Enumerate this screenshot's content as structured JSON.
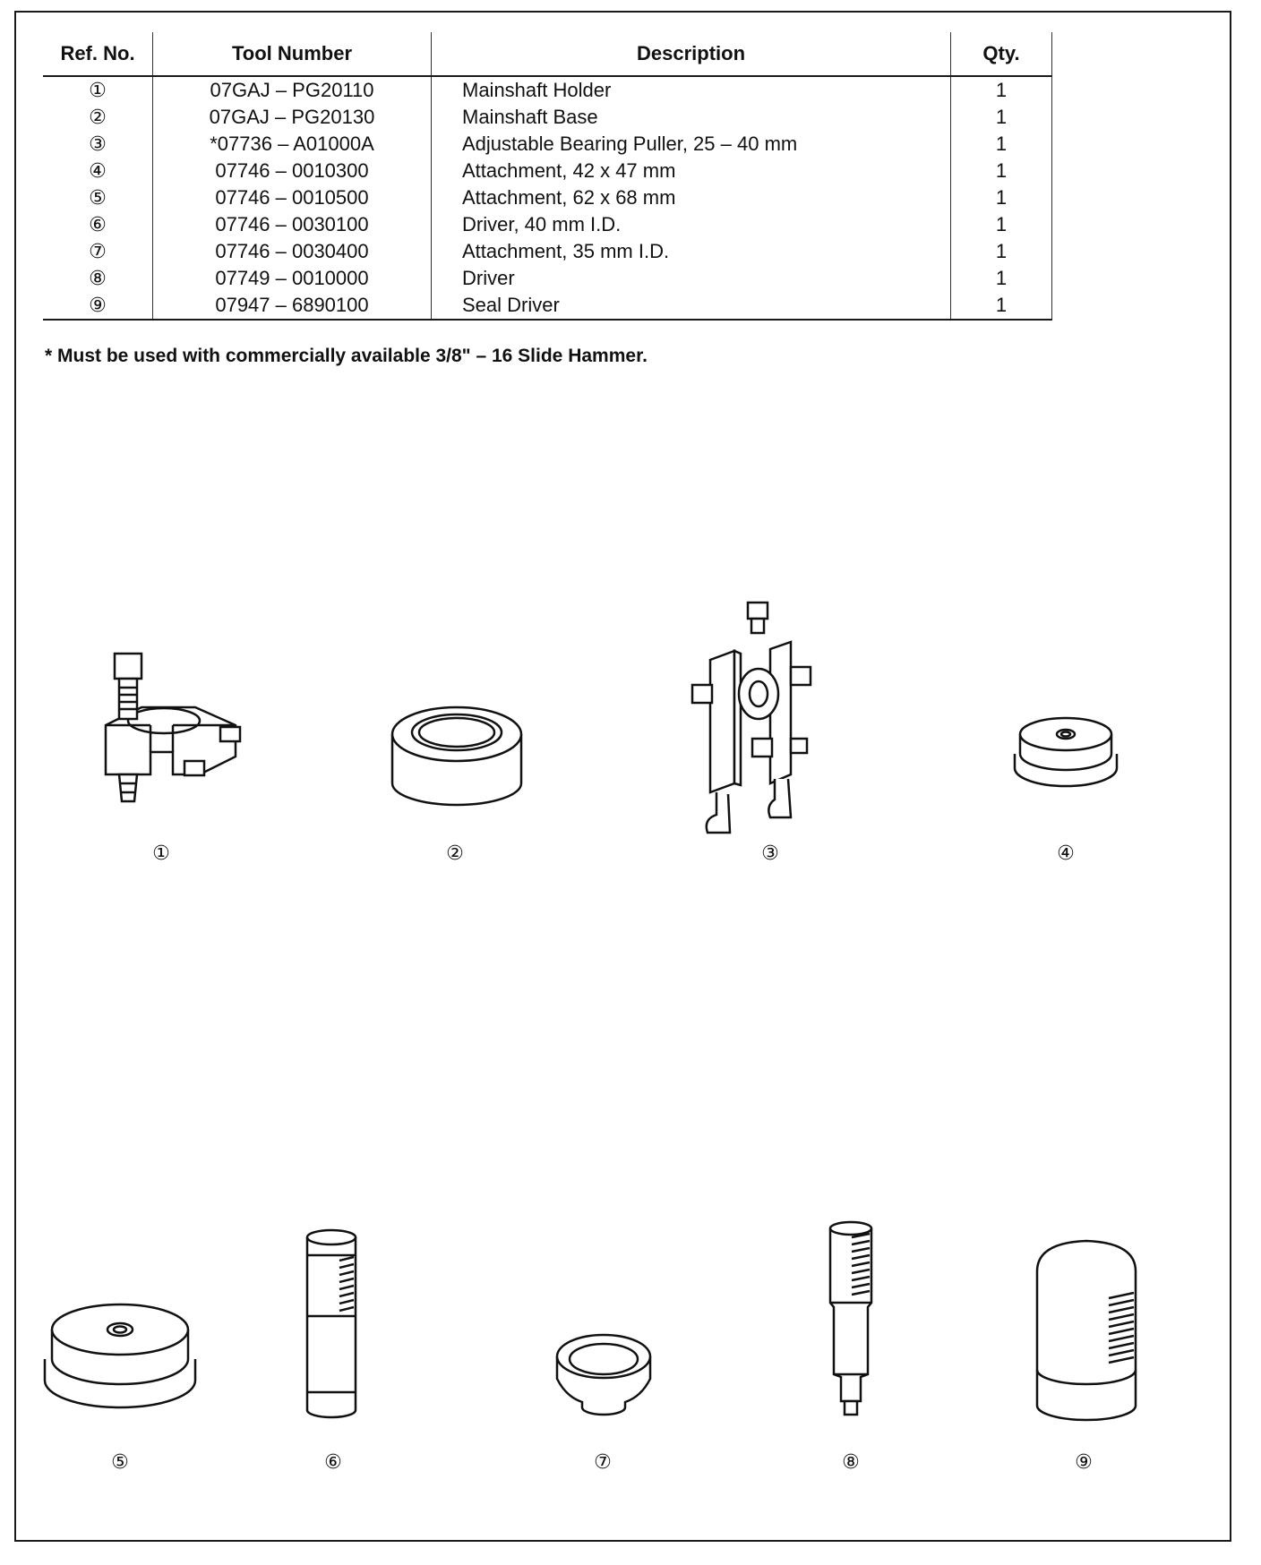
{
  "table": {
    "headers": [
      "Ref. No.",
      "Tool Number",
      "Description",
      "Qty."
    ],
    "rows": [
      {
        "ref": "①",
        "tool": "07GAJ – PG20110",
        "desc": "Mainshaft Holder",
        "qty": "1"
      },
      {
        "ref": "②",
        "tool": "07GAJ – PG20130",
        "desc": "Mainshaft Base",
        "qty": "1"
      },
      {
        "ref": "③",
        "tool": "*07736 – A01000A",
        "desc": "Adjustable Bearing Puller, 25 – 40 mm",
        "qty": "1"
      },
      {
        "ref": "④",
        "tool": "07746 – 0010300",
        "desc": "Attachment, 42 x 47 mm",
        "qty": "1"
      },
      {
        "ref": "⑤",
        "tool": "07746 – 0010500",
        "desc": "Attachment, 62 x 68 mm",
        "qty": "1"
      },
      {
        "ref": "⑥",
        "tool": "07746 – 0030100",
        "desc": "Driver, 40 mm I.D.",
        "qty": "1"
      },
      {
        "ref": "⑦",
        "tool": "07746 – 0030400",
        "desc": "Attachment, 35 mm I.D.",
        "qty": "1"
      },
      {
        "ref": "⑧",
        "tool": "07749 – 0010000",
        "desc": "Driver",
        "qty": "1"
      },
      {
        "ref": "⑨",
        "tool": "07947 – 6890100",
        "desc": "Seal Driver",
        "qty": "1"
      }
    ]
  },
  "footnote": "* Must be used with commercially available 3/8\" – 16 Slide Hammer.",
  "figure_labels": [
    "①",
    "②",
    "③",
    "④",
    "⑤",
    "⑥",
    "⑦",
    "⑧",
    "⑨"
  ],
  "icons": [
    "mainshaft-holder-icon",
    "mainshaft-base-icon",
    "bearing-puller-icon",
    "attachment-42x47-icon",
    "attachment-62x68-icon",
    "driver-40mm-icon",
    "attachment-35mm-icon",
    "driver-icon",
    "seal-driver-icon"
  ]
}
